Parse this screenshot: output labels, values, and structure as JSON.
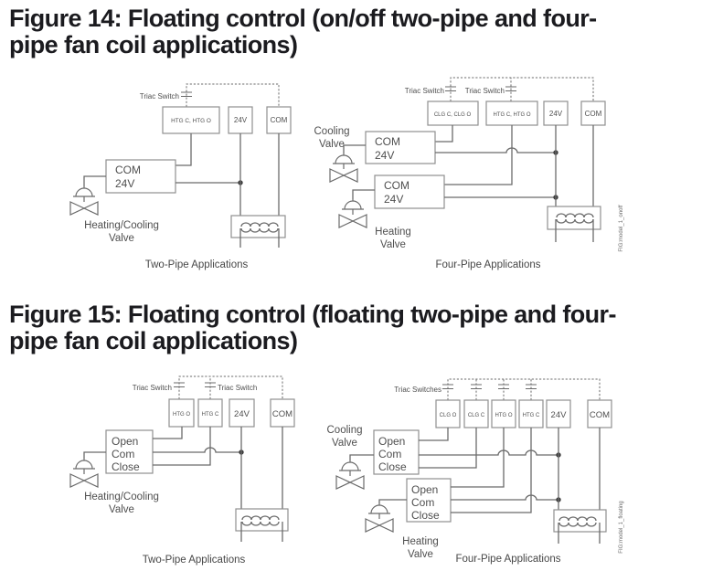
{
  "colors": {
    "title": "#1b1b1f",
    "line": "#6b6b6b",
    "box_stroke": "#8f8f8f",
    "text": "#4f4f4f"
  },
  "figure14": {
    "title_line1": "Figure 14: Floating control (on/off two-pipe and four-",
    "title_line2": "pipe fan coil applications)",
    "two_pipe": {
      "triac_label": "Triac Switch",
      "term_htg": "HTG C, HTG O",
      "term_24v": "24V",
      "term_com": "COM",
      "act_line1": "COM",
      "act_line2": "24V",
      "valve_line1": "Heating/Cooling",
      "valve_line2": "Valve",
      "caption": "Two-Pipe Applications"
    },
    "four_pipe": {
      "triac_label_1": "Triac Switch",
      "triac_label_2": "Triac Switch",
      "term_clg": "CLG C, CLG O",
      "term_htg": "HTG C, HTG O",
      "term_24v": "24V",
      "term_com": "COM",
      "cooling_valve_line1": "Cooling",
      "cooling_valve_line2": "Valve",
      "cooling_act_line1": "COM",
      "cooling_act_line2": "24V",
      "heating_act_line1": "COM",
      "heating_act_line2": "24V",
      "heating_valve_line1": "Heating",
      "heating_valve_line2": "Valve",
      "caption": "Four-Pipe Applications",
      "fig_tag": "FIG:model_1_onoff"
    }
  },
  "figure15": {
    "title_line1": "Figure 15: Floating control (floating two-pipe and four-",
    "title_line2": "pipe fan coil applications)",
    "two_pipe": {
      "triac_label_1": "Triac Switch",
      "triac_label_2": "Triac Switch",
      "term_htg_o": "HTG O",
      "term_htg_c": "HTG C",
      "term_24v": "24V",
      "term_com": "COM",
      "act_open": "Open",
      "act_com": "Com",
      "act_close": "Close",
      "valve_line1": "Heating/Cooling",
      "valve_line2": "Valve",
      "caption": "Two-Pipe Applications"
    },
    "four_pipe": {
      "triac_label": "Triac Switches",
      "term_clg_o": "CLG O",
      "term_clg_c": "CLG C",
      "term_htg_o": "HTG O",
      "term_htg_c": "HTG C",
      "term_24v": "24V",
      "term_com": "COM",
      "cooling_valve_line1": "Cooling",
      "cooling_valve_line2": "Valve",
      "cooling_act_open": "Open",
      "cooling_act_com": "Com",
      "cooling_act_close": "Close",
      "heating_act_open": "Open",
      "heating_act_com": "Com",
      "heating_act_close": "Close",
      "heating_valve_line1": "Heating",
      "heating_valve_line2": "Valve",
      "caption": "Four-Pipe Applications",
      "fig_tag": "FIG:model_1_floating"
    }
  }
}
